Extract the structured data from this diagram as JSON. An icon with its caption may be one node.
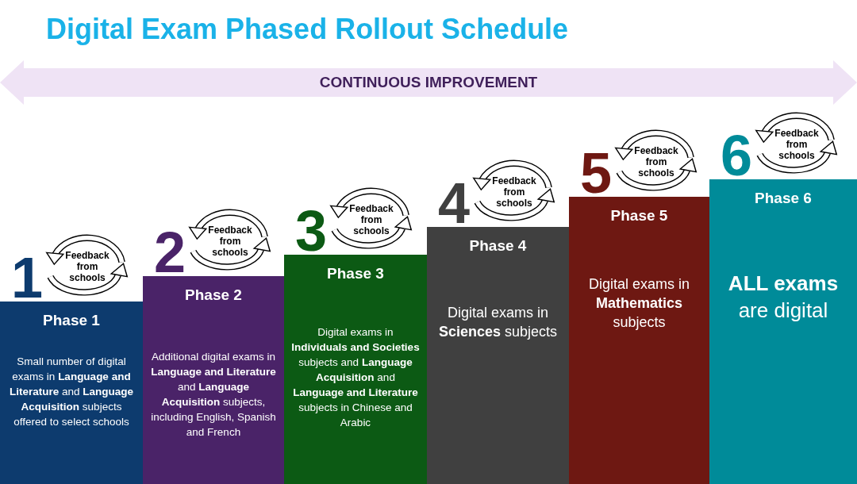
{
  "diagram": {
    "title": "Digital Exam Phased Rollout Schedule",
    "nodes": [
      {
        "text": [
          "CONTINUOUS IMPROVEMENT"
        ]
      },
      {
        "text": [
          "Phase 1",
          "Small number of digital exams in **Language and Literature** and **Language Acquisition** subjects offered to select schools"
        ],
        "beside": [
          "1",
          "Feedback from schools"
        ]
      },
      {
        "text": [
          "Phase 2",
          "Additional digital exams in **Language and Literature** and **Language Acquisition** subjects, including English, Spanish and French"
        ],
        "beside": [
          "2",
          "Feedback from schools"
        ]
      },
      {
        "text": [
          "Phase 3",
          "Digital exams in **Individuals and Societies** subjects and **Language Acquisition** and **Language and Literature** subjects in Chinese and Arabic"
        ],
        "beside": [
          "3",
          "Feedback from schools"
        ]
      },
      {
        "text": [
          "Phase 4",
          "Digital exams in **Sciences** subjects"
        ],
        "beside": [
          "4",
          "Feedback from schools"
        ]
      },
      {
        "text": [
          "Phase 5",
          "Digital exams in **Mathematics** subjects"
        ],
        "beside": [
          "5",
          "Feedback from schools"
        ]
      },
      {
        "text": [
          "Phase 6",
          "**ALL exams** are digital"
        ],
        "beside": [
          "6",
          "Feedback from schools"
        ]
      }
    ],
    "edges": []
  }
}
